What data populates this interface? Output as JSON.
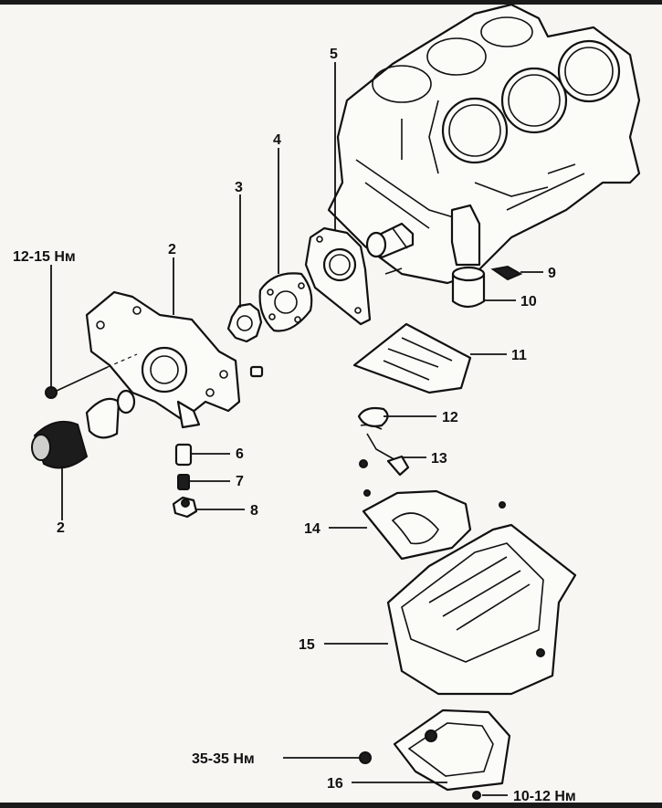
{
  "labels": {
    "torque_pump_bolt": "12-15 Нм",
    "torque_drain_plug": "35-35 Нм",
    "torque_pan_bolts": "10-12 Нм",
    "n2_pump": "2",
    "n2_filter": "2",
    "n3": "3",
    "n4": "4",
    "n5": "5",
    "n6": "6",
    "n7": "7",
    "n8": "8",
    "n9": "9",
    "n10": "10",
    "n11": "11",
    "n12": "12",
    "n13": "13",
    "n14": "14",
    "n15": "15",
    "n16": "16"
  }
}
